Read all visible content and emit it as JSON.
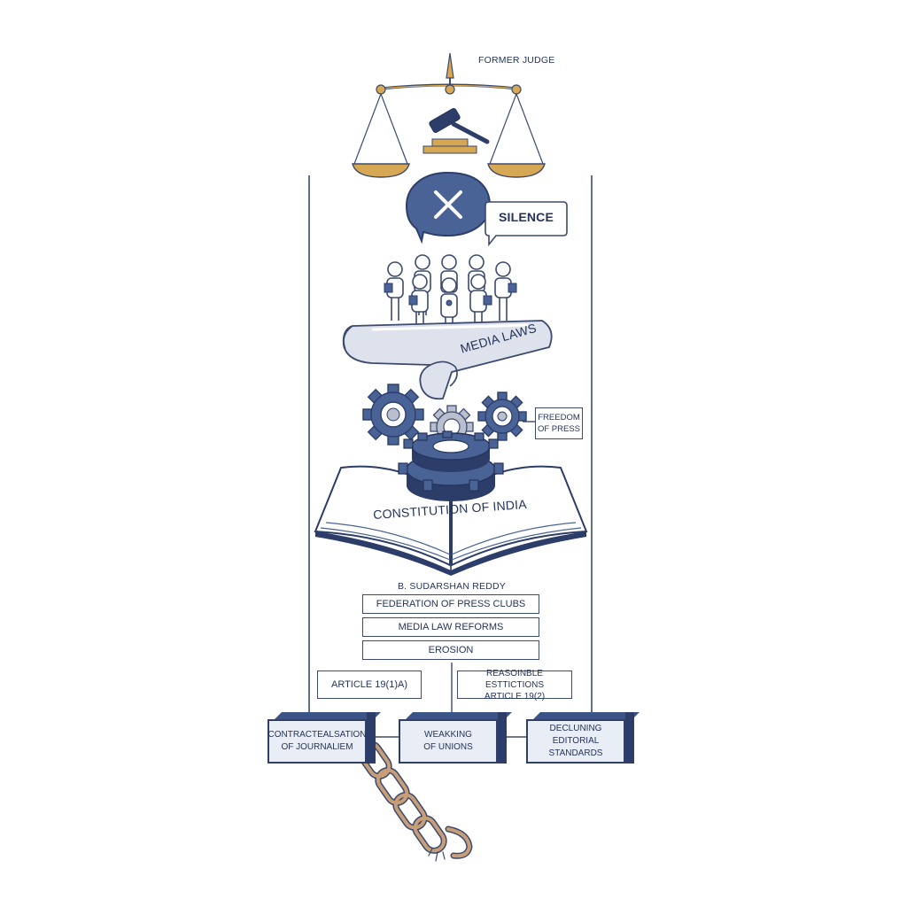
{
  "title_label": "FORMER JUDGE",
  "silence_label": "SILENCE",
  "media_laws_label": "MEDIA LAWS",
  "freedom_label": {
    "line1": "FREEDOM",
    "line2": "OF PRESS"
  },
  "book_label": "CONSTITUTION OF INDIA",
  "person_label": "B. SUDARSHAN REDDY",
  "stack_items": [
    "FEDERATION OF PRESS CLUBS",
    "MEDIA LAW REFORMS",
    "EROSION"
  ],
  "article_left": "ARTICLE 19(1)A)",
  "article_right": {
    "line1": "REASOINBLE ESTTICTIONS",
    "line2": "ARTICLE 19(2)"
  },
  "bottom_blocks": [
    {
      "line1": "CONTRACTEALSATION",
      "line2": "OF JOURNALIEM"
    },
    {
      "line1": "WEAKKING",
      "line2": "OF UNIONS"
    },
    {
      "line1": "DECLUNING EDITORIAL",
      "line2": "STANDARDS"
    }
  ],
  "colors": {
    "navy": "#2c3d6a",
    "blue": "#4a6397",
    "gold": "#d7a853",
    "grey": "#b9bfcc",
    "outline": "#3b4a6e"
  }
}
